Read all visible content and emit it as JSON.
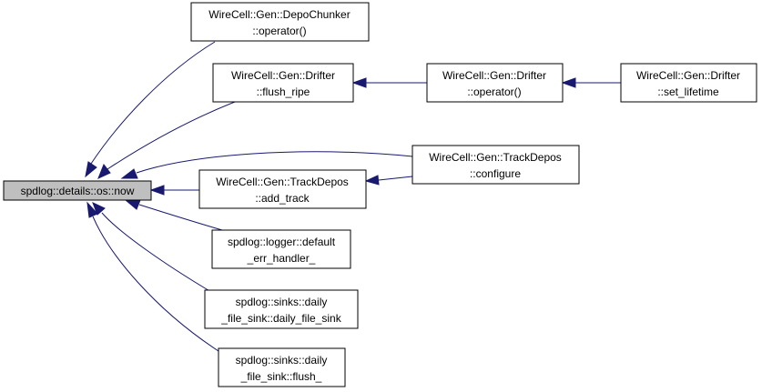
{
  "colors": {
    "edge": "#191970",
    "root_fill": "#bfbfbf",
    "node_fill": "#ffffff",
    "border": "#000000"
  },
  "nodes": {
    "now": {
      "lines": [
        "spdlog::details::os::now"
      ]
    },
    "depo_chunker": {
      "lines": [
        "WireCell::Gen::DepoChunker",
        "::operator()"
      ]
    },
    "drifter_flush_ripe": {
      "lines": [
        "WireCell::Gen::Drifter",
        "::flush_ripe"
      ]
    },
    "drifter_operator": {
      "lines": [
        "WireCell::Gen::Drifter",
        "::operator()"
      ]
    },
    "drifter_set_lifetime": {
      "lines": [
        "WireCell::Gen::Drifter",
        "::set_lifetime"
      ]
    },
    "trackdepos_configure": {
      "lines": [
        "WireCell::Gen::TrackDepos",
        "::configure"
      ]
    },
    "trackdepos_add_track": {
      "lines": [
        "WireCell::Gen::TrackDepos",
        "::add_track"
      ]
    },
    "logger_default_err_handler": {
      "lines": [
        "spdlog::logger::default",
        "_err_handler_"
      ]
    },
    "daily_file_sink_ctor": {
      "lines": [
        "spdlog::sinks::daily",
        "_file_sink::daily_file_sink"
      ]
    },
    "daily_file_sink_flush": {
      "lines": [
        "spdlog::sinks::daily",
        "_file_sink::flush_"
      ]
    }
  }
}
